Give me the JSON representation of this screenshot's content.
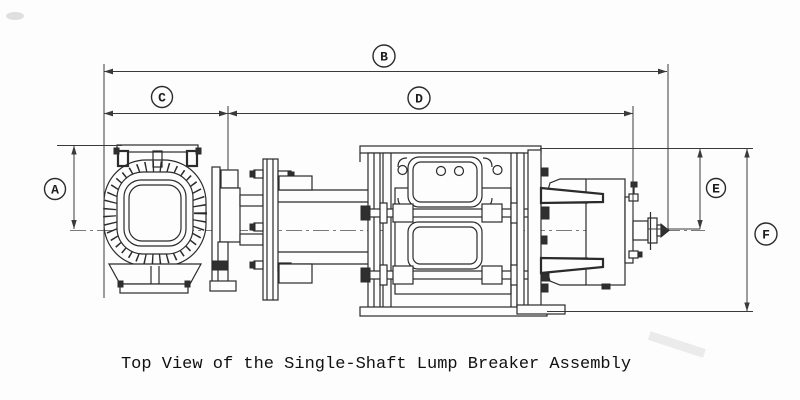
{
  "figure": {
    "type": "engineering-drawing",
    "caption": "Top View of the Single-Shaft Lump Breaker Assembly"
  },
  "dimensions": {
    "labels": [
      "A",
      "B",
      "C",
      "D",
      "E",
      "F"
    ]
  },
  "colors": {
    "background": "#fdfdfd",
    "drawing_line": "#2b2b2b",
    "dimension_line": "#3a3a3a",
    "centerline": "#7a7a7a",
    "caption_text": "#111111"
  }
}
